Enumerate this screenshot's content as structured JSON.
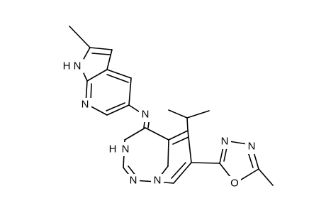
{
  "diagram": {
    "type": "chemical-structure",
    "colors": {
      "bond": "#000000",
      "label": "#000000",
      "background": "#ffffff"
    },
    "atoms": [
      {
        "id": "nh_pyrrole",
        "label": "N",
        "sublabel": "H"
      },
      {
        "id": "n_pyridine",
        "label": "N"
      },
      {
        "id": "n_imine",
        "label": "N"
      },
      {
        "id": "nh_triazine",
        "label": "N",
        "sublabel": "H"
      },
      {
        "id": "n_triazine_1",
        "label": "N"
      },
      {
        "id": "n_triazine_2",
        "label": "N"
      },
      {
        "id": "n_oxadiazole_1",
        "label": "N"
      },
      {
        "id": "n_oxadiazole_2",
        "label": "N"
      },
      {
        "id": "o_oxadiazole",
        "label": "O"
      }
    ]
  }
}
